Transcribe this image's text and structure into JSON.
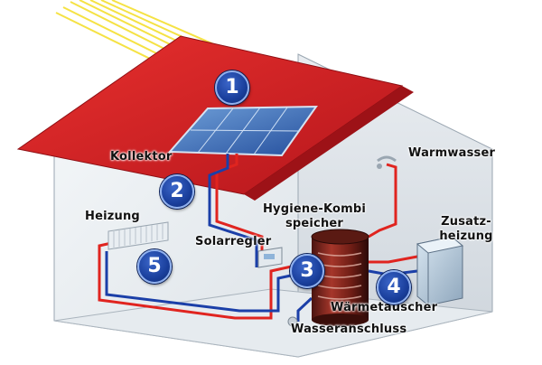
{
  "labels": {
    "kollektor": "Kollektor",
    "warmwasser": "Warmwasser",
    "heizung": "Heizung",
    "speicher_line1": "Hygiene-Kombi",
    "speicher_line2": "speicher",
    "zusatz_line1": "Zusatz-",
    "zusatz_line2": "heizung",
    "solarregler": "Solarregler",
    "waermetauscher": "Wärmetauscher",
    "wasseranschluss": "Wasseranschluss"
  },
  "markers": [
    "1",
    "2",
    "3",
    "4",
    "5"
  ],
  "colors": {
    "roof": "#d61f26",
    "wall": "#eef2f4",
    "hot_pipe": "#e0241f",
    "cold_pipe": "#1b3fa8",
    "marker": "#1a3f9c",
    "sun_rays": "#f7e43a"
  }
}
